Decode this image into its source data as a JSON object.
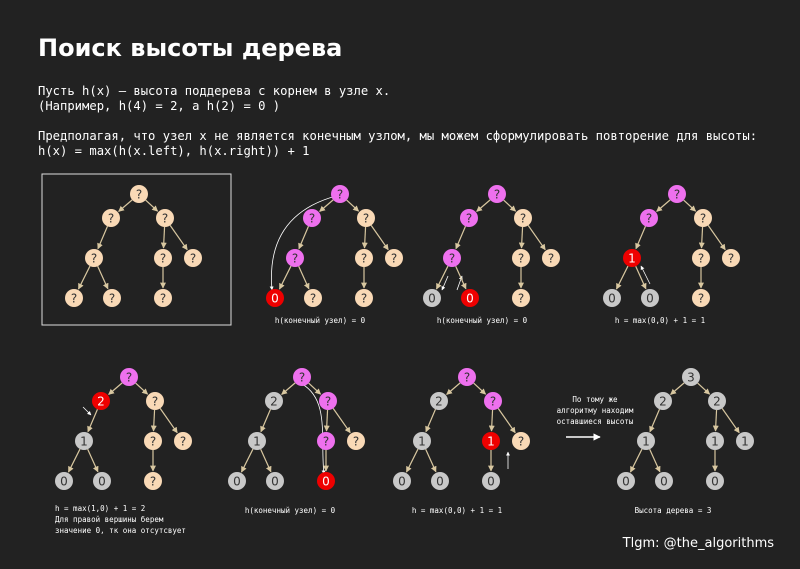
{
  "title": "Поиск высоты дерева",
  "intro": {
    "line1": "Пусть h(x) — высота поддерева с корнем в узле x.",
    "line2": "(Например, h(4) = 2, а h(2) = 0 )",
    "line3": "Предполагая, что узел x не является конечным узлом, мы можем сформулировать повторение для высоты:",
    "line4": "h(x) = max(h(x.left), h(x.right)) + 1"
  },
  "colors": {
    "unknown": "#f9d9b6",
    "active": "#ee70ee",
    "current": "#ee0000",
    "done": "#c8c8c8",
    "edge": "#d8c7a0",
    "background": "#222222"
  },
  "panels": [
    {
      "caption": "",
      "labels": [
        "?",
        "?",
        "?",
        "?",
        "?",
        "?",
        "?",
        "?",
        "?"
      ],
      "states": [
        "u",
        "u",
        "u",
        "u",
        "u",
        "u",
        "u",
        "u",
        "u"
      ]
    },
    {
      "caption": "h(конечный узел) = 0",
      "labels": [
        "?",
        "?",
        "?",
        "?",
        "?",
        "?",
        "0",
        "?",
        "?"
      ],
      "states": [
        "a",
        "a",
        "u",
        "a",
        "u",
        "u",
        "c",
        "u",
        "u"
      ]
    },
    {
      "caption": "h(конечный узел) = 0",
      "labels": [
        "?",
        "?",
        "?",
        "?",
        "?",
        "?",
        "0",
        "0",
        "?"
      ],
      "states": [
        "a",
        "a",
        "u",
        "a",
        "u",
        "u",
        "d",
        "c",
        "u"
      ]
    },
    {
      "caption": "h = max(0,0) + 1 = 1",
      "labels": [
        "?",
        "?",
        "?",
        "1",
        "?",
        "?",
        "0",
        "0",
        "?"
      ],
      "states": [
        "a",
        "a",
        "u",
        "c",
        "u",
        "u",
        "d",
        "d",
        "u"
      ]
    },
    {
      "caption_lines": [
        "h = max(1,0) + 1 = 2",
        "Для правой вершины берем",
        "значение 0, тк она отсутсвует"
      ],
      "labels": [
        "?",
        "2",
        "?",
        "1",
        "?",
        "?",
        "0",
        "0",
        "?"
      ],
      "states": [
        "a",
        "c",
        "u",
        "d",
        "u",
        "u",
        "d",
        "d",
        "u"
      ]
    },
    {
      "caption": "h(конечный узел) = 0",
      "labels": [
        "?",
        "2",
        "?",
        "1",
        "?",
        "?",
        "0",
        "0",
        "0"
      ],
      "states": [
        "a",
        "d",
        "a",
        "d",
        "a",
        "u",
        "d",
        "d",
        "c"
      ]
    },
    {
      "caption": "h = max(0,0) + 1 = 1",
      "labels": [
        "?",
        "2",
        "?",
        "1",
        "1",
        "?",
        "0",
        "0",
        "0"
      ],
      "states": [
        "a",
        "d",
        "a",
        "d",
        "c",
        "u",
        "d",
        "d",
        "d"
      ]
    },
    {
      "caption": "Высота дерева = 3",
      "labels": [
        "3",
        "2",
        "2",
        "1",
        "1",
        "1",
        "0",
        "0",
        "0"
      ],
      "states": [
        "d",
        "d",
        "d",
        "d",
        "d",
        "d",
        "d",
        "d",
        "d"
      ]
    }
  ],
  "middle_note": [
    "По тому же",
    "алгоритму находим",
    "оставшиеся высоты"
  ],
  "credit": "Tlgm: @the_algorithms"
}
